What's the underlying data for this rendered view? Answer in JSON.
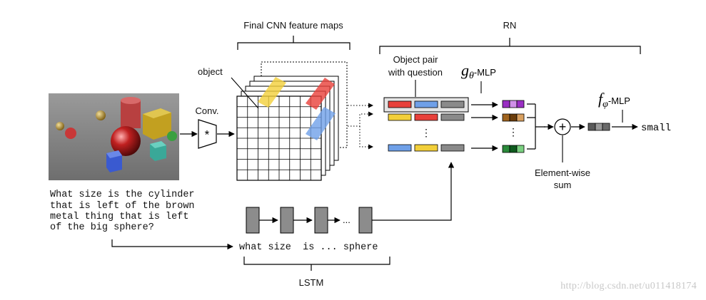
{
  "labels": {
    "final_cnn": "Final CNN feature maps",
    "rn": "RN",
    "object": "object",
    "conv": "Conv.",
    "conv_symbol": "*",
    "object_pair_line1": "Object pair",
    "object_pair_line2": "with question",
    "g_symbol": "g",
    "g_sub": "θ",
    "g_suffix": "-MLP",
    "f_symbol": "f",
    "f_sub": "φ",
    "f_suffix": "-MLP",
    "plus": "+",
    "element_wise_line1": "Element-wise",
    "element_wise_line2": "sum",
    "answer": "small",
    "lstm": "LSTM",
    "dots_vertical": "⋮",
    "dots_horizontal": "...",
    "lstm_words": "what size  is ... sphere",
    "watermark": "http://blog.csdn.net/u011418174"
  },
  "question_lines": [
    "What size is the cylinder",
    "that is left of the brown",
    "metal thing that is left",
    "of the big sphere?"
  ],
  "colors": {
    "red": "#e8403a",
    "blue": "#6fa0e8",
    "yellow": "#f2cf3a",
    "gray": "#8a8a8a",
    "purple": "#9a2fc4",
    "brown": "#a0641e",
    "green": "#2a8a3a",
    "lstm_cell": "#8c8c8c"
  }
}
